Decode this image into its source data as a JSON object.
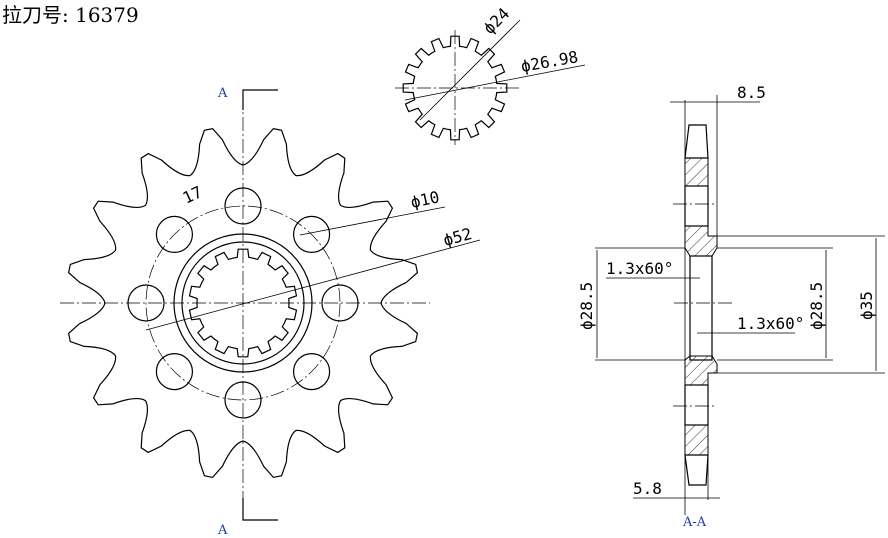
{
  "title": "拉刀号: 16379",
  "front_view": {
    "section_mark_top": "A",
    "section_mark_bottom": "A",
    "tooth_label": "17",
    "dim_hole": "ϕ10",
    "dim_bolt_circle": "ϕ52"
  },
  "spline_detail": {
    "dim_inner": "ϕ24",
    "dim_outer": "ϕ26.98"
  },
  "section_view": {
    "label": "A-A",
    "dim_width": "8.5",
    "dim_plate": "5.8",
    "dim_bore_left": "ϕ28.5",
    "dim_bore_right": "ϕ28.5",
    "dim_hub": "ϕ35",
    "chamfer_top": "1.3x60°",
    "chamfer_bottom": "1.3x60°"
  }
}
